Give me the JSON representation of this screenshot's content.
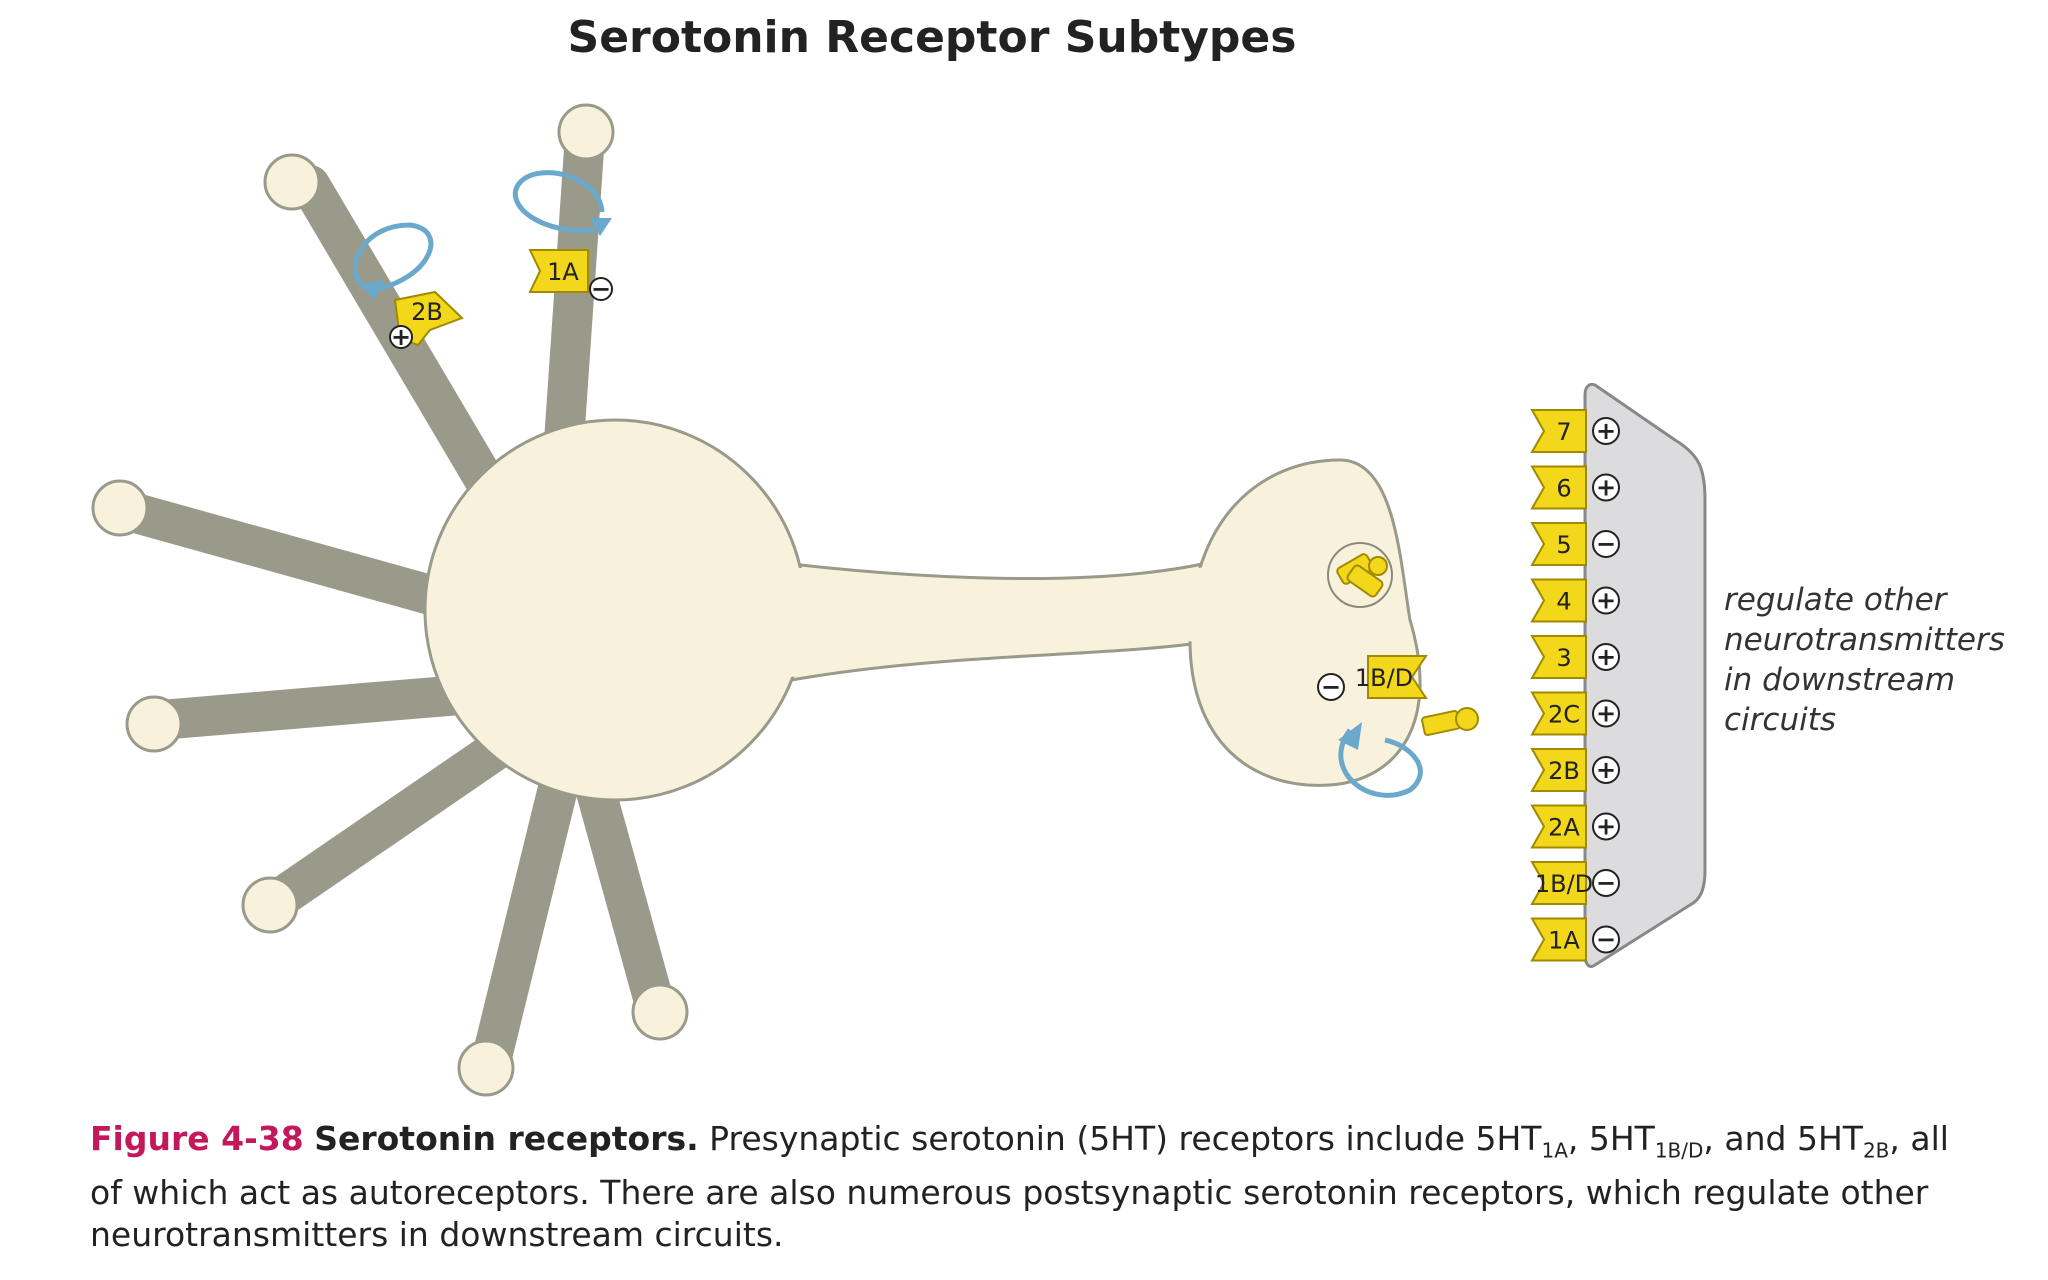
{
  "title": "Serotonin Receptor Subtypes",
  "presynaptic_receptors": [
    {
      "label": "2B",
      "sign": "+"
    },
    {
      "label": "1A",
      "sign": "−"
    },
    {
      "label": "1B/D",
      "sign": "−"
    }
  ],
  "postsynaptic_receptors": [
    {
      "label": "7",
      "sign": "+"
    },
    {
      "label": "6",
      "sign": "+"
    },
    {
      "label": "5",
      "sign": "−"
    },
    {
      "label": "4",
      "sign": "+"
    },
    {
      "label": "3",
      "sign": "+"
    },
    {
      "label": "2C",
      "sign": "+"
    },
    {
      "label": "2B",
      "sign": "+"
    },
    {
      "label": "2A",
      "sign": "+"
    },
    {
      "label": "1B/D",
      "sign": "−"
    },
    {
      "label": "1A",
      "sign": "−"
    }
  ],
  "note_lines": [
    "regulate other",
    "neurotransmitters",
    "in downstream",
    "circuits"
  ],
  "caption": {
    "figure_label": "Figure 4-38",
    "lead": "Serotonin receptors.",
    "text_1": "Presynaptic serotonin (5HT) receptors include 5HT",
    "sub_1": "1A",
    "text_2": ", 5HT",
    "sub_2": "1B/D",
    "text_3": ", and 5HT",
    "sub_3": "2B",
    "text_4": ", all of which act as autoreceptors. There are also numerous postsynaptic serotonin receptors, which regulate other neurotransmitters in downstream circuits."
  },
  "colors": {
    "neuron_fill": "#f8f2dc",
    "neuron_stroke": "#9a9a8a",
    "receptor_fill": "#f2d71a",
    "receptor_stroke": "#a08a00",
    "feedback_arrow": "#6aa8cc",
    "target_fill": "#dcdcde"
  }
}
